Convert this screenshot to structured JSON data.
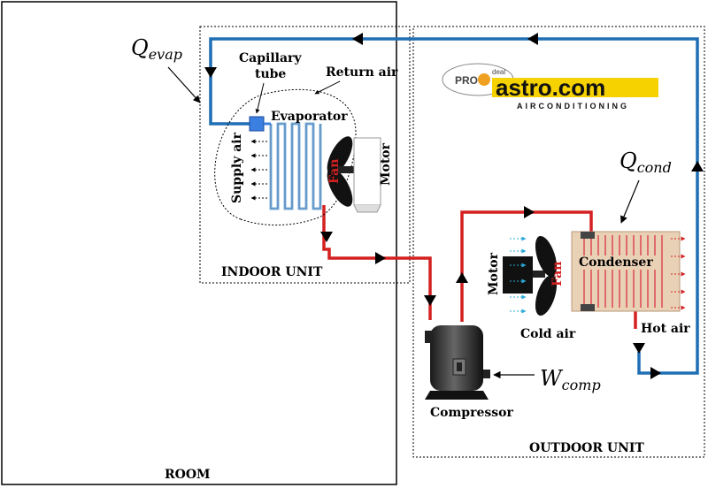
{
  "labels": {
    "room": "ROOM",
    "indoor_unit": "INDOOR UNIT",
    "outdoor_unit": "OUTDOOR UNIT",
    "capillary_line1": "Capillary",
    "capillary_line2": "tube",
    "return_air": "Return air",
    "evaporator": "Evaporator",
    "supply_air": "Supply air",
    "fan": "Fan",
    "motor": "Motor",
    "condenser": "Condenser",
    "cold_air": "Cold air",
    "hot_air": "Hot air",
    "compressor": "Compressor"
  },
  "symbols": {
    "q_evap_main": "Q",
    "q_evap_sub": "evap",
    "q_cond_main": "Q",
    "q_cond_sub": "cond",
    "w_comp_main": "W",
    "w_comp_sub": "comp"
  },
  "logo": {
    "pro": "PRO",
    "deal": "deal",
    "brand": "astro.com",
    "tagline": "AIRCONDITIONING"
  },
  "colors": {
    "liquid_line": "#1f6fb5",
    "hot_line": "#d42020",
    "evaporator_coil": "#7fb2de",
    "condenser_body": "#e9d1b6",
    "condenser_tubes": "#e06a6a",
    "capillary_block": "#3b7fe0"
  }
}
